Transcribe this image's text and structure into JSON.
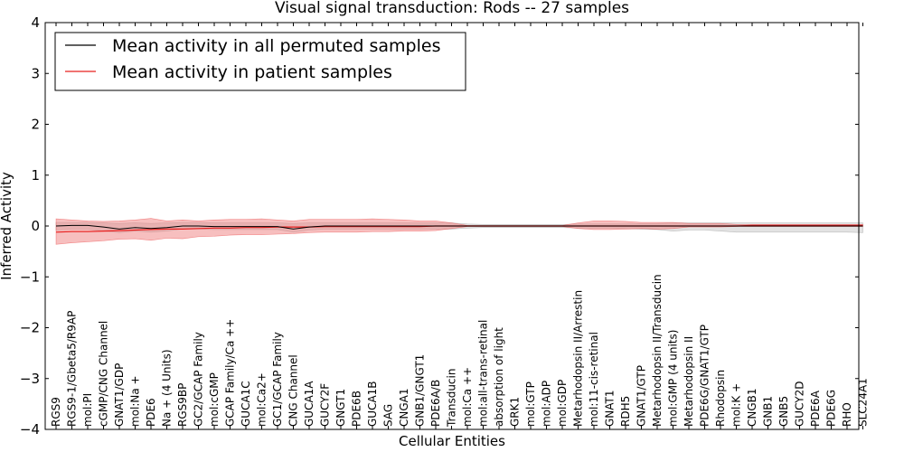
{
  "chart_data": {
    "type": "line",
    "title": "Visual signal transduction: Rods -- 27 samples",
    "xlabel": "Cellular Entities",
    "ylabel": "Inferred Activity",
    "ylim": [
      -4,
      4
    ],
    "yticks": [
      -4,
      -3,
      -2,
      -1,
      0,
      1,
      2,
      3,
      4
    ],
    "yticklabels": [
      "−4",
      "−3",
      "−2",
      "−1",
      "0",
      "1",
      "2",
      "3",
      "4"
    ],
    "grid": false,
    "legend_position": "top-left",
    "colors": {
      "permuted": "#000000",
      "patient": "#e8201f",
      "patient_band": "#f08080",
      "permuted_band": "#b0b0b0"
    },
    "categories": [
      "RGS9",
      "RGS9-1/Gbeta5/R9AP",
      "mol:PI",
      "cGMP/CNG Channel",
      "GNAT1/GDP",
      "mol:Na +",
      "PDE6",
      "Na + (4 Units)",
      "RGS9BP",
      "GC2/GCAP Family",
      "mol:cGMP",
      "GCAP Family/Ca ++",
      "GUCA1C",
      "mol:Ca2+",
      "GC1/GCAP Family",
      "CNG Channel",
      "GUCA1A",
      "GUCY2F",
      "GNGT1",
      "PDE6B",
      "GUCA1B",
      "SAG",
      "CNGA1",
      "GNB1/GNGT1",
      "PDE6A/B",
      "Transducin",
      "mol:Ca ++",
      "mol:all-trans-retinal",
      "absorption of light",
      "GRK1",
      "mol:GTP",
      "mol:ADP",
      "mol:GDP",
      "Metarhodopsin II/Arrestin",
      "mol:11-cis-retinal",
      "GNAT1",
      "RDH5",
      "GNAT1/GTP",
      "Metarhodopsin II/Transducin",
      "mol:GMP (4 units)",
      "Metarhodopsin II",
      "PDE6G/GNAT1/GTP",
      "Rhodopsin",
      "mol:K +",
      "CNGB1",
      "GNB1",
      "GNB5",
      "GUCY2D",
      "PDE6A",
      "PDE6G",
      "RHO",
      "SLC24A1"
    ],
    "series": [
      {
        "name": "Mean activity in all permuted samples",
        "values": [
          0,
          0.01,
          0.01,
          -0.02,
          -0.06,
          -0.03,
          -0.05,
          -0.03,
          0,
          0,
          -0.01,
          -0.01,
          -0.01,
          -0.01,
          -0.01,
          -0.06,
          -0.02,
          0,
          0,
          0,
          0,
          0,
          0,
          0,
          0,
          0,
          0,
          0,
          0,
          0,
          0,
          0,
          0,
          0,
          0,
          0,
          0,
          0,
          0,
          0,
          0,
          0,
          0,
          0,
          0,
          0,
          0,
          0,
          0,
          0,
          0,
          0
        ],
        "band_lower": [
          -0.08,
          -0.06,
          -0.06,
          -0.1,
          -0.13,
          -0.1,
          -0.12,
          -0.1,
          -0.06,
          -0.06,
          -0.07,
          -0.07,
          -0.07,
          -0.07,
          -0.07,
          -0.12,
          -0.08,
          -0.06,
          -0.06,
          -0.06,
          -0.06,
          -0.06,
          -0.06,
          -0.06,
          -0.06,
          -0.06,
          -0.04,
          -0.03,
          -0.03,
          -0.03,
          -0.03,
          -0.03,
          -0.03,
          -0.04,
          -0.04,
          -0.04,
          -0.05,
          -0.06,
          -0.07,
          -0.1,
          -0.08,
          -0.08,
          -0.1,
          -0.12,
          -0.12,
          -0.12,
          -0.12,
          -0.12,
          -0.12,
          -0.12,
          -0.12,
          -0.13
        ],
        "band_upper": [
          0.07,
          0.07,
          0.07,
          0.06,
          0.05,
          0.06,
          0.05,
          0.06,
          0.07,
          0.07,
          0.06,
          0.06,
          0.06,
          0.06,
          0.06,
          0.05,
          0.06,
          0.06,
          0.06,
          0.06,
          0.06,
          0.06,
          0.06,
          0.06,
          0.06,
          0.06,
          0.04,
          0.03,
          0.03,
          0.03,
          0.03,
          0.03,
          0.03,
          0.04,
          0.04,
          0.04,
          0.04,
          0.05,
          0.05,
          0.06,
          0.06,
          0.06,
          0.06,
          0.06,
          0.06,
          0.06,
          0.06,
          0.06,
          0.06,
          0.06,
          0.06,
          0.06
        ]
      },
      {
        "name": "Mean activity in patient samples",
        "values": [
          -0.12,
          -0.11,
          -0.11,
          -0.1,
          -0.09,
          -0.08,
          -0.07,
          -0.06,
          -0.06,
          -0.05,
          -0.04,
          -0.04,
          -0.03,
          -0.03,
          -0.02,
          -0.02,
          -0.02,
          -0.01,
          -0.01,
          -0.01,
          -0.01,
          -0.01,
          -0.01,
          -0.01,
          0,
          0,
          0,
          0,
          0,
          0,
          0,
          0,
          0,
          0,
          0,
          0,
          0,
          0,
          0,
          0,
          0,
          0,
          0,
          0,
          0.01,
          0.01,
          0.01,
          0.01,
          0.01,
          0.01,
          0.01,
          0.01
        ],
        "band_lower": [
          -0.36,
          -0.33,
          -0.31,
          -0.29,
          -0.26,
          -0.25,
          -0.28,
          -0.24,
          -0.25,
          -0.21,
          -0.2,
          -0.18,
          -0.17,
          -0.17,
          -0.16,
          -0.15,
          -0.13,
          -0.12,
          -0.12,
          -0.12,
          -0.11,
          -0.11,
          -0.1,
          -0.1,
          -0.09,
          -0.05,
          -0.01,
          -0.01,
          -0.01,
          -0.01,
          -0.01,
          -0.01,
          -0.01,
          -0.05,
          -0.07,
          -0.07,
          -0.06,
          -0.05,
          -0.06,
          -0.05,
          -0.02,
          -0.02,
          -0.02,
          -0.01,
          -0.01,
          -0.01,
          -0.01,
          -0.01,
          -0.01,
          -0.01,
          -0.01,
          -0.01
        ],
        "band_upper": [
          0.14,
          0.12,
          0.1,
          0.09,
          0.1,
          0.12,
          0.15,
          0.1,
          0.12,
          0.1,
          0.12,
          0.13,
          0.13,
          0.14,
          0.12,
          0.1,
          0.13,
          0.13,
          0.13,
          0.13,
          0.14,
          0.13,
          0.12,
          0.1,
          0.1,
          0.06,
          0.01,
          0.01,
          0.01,
          0.01,
          0.01,
          0.01,
          0.01,
          0.06,
          0.1,
          0.1,
          0.09,
          0.07,
          0.07,
          0.07,
          0.05,
          0.05,
          0.05,
          0.03,
          0.03,
          0.03,
          0.03,
          0.03,
          0.03,
          0.03,
          0.03,
          0.03
        ]
      }
    ]
  }
}
